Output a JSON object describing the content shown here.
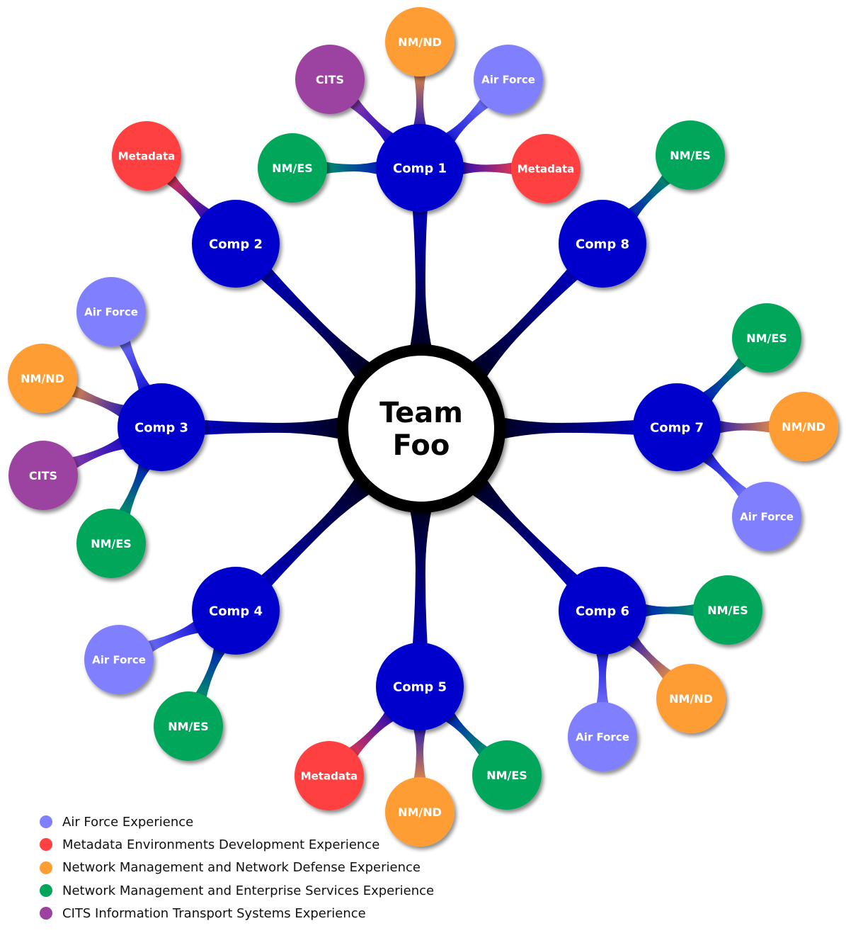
{
  "colors": {
    "comp": "#0000cc",
    "center_ring": "#000000",
    "center_fill": "#ffffff",
    "Air Force": "#8080ff",
    "Metadata": "#ff4040",
    "NM/ND": "#ff9d35",
    "NM/ES": "#00a65a",
    "CITS": "#9c42a0"
  },
  "center": {
    "title": "Team Foo"
  },
  "comps": [
    {
      "label": "Comp 1",
      "children": [
        "NM/ES",
        "CITS",
        "NM/ND",
        "Air Force",
        "Metadata"
      ]
    },
    {
      "label": "Comp 2",
      "children": [
        "Metadata"
      ]
    },
    {
      "label": "Comp 3",
      "children": [
        "Air Force",
        "NM/ND",
        "CITS",
        "NM/ES"
      ]
    },
    {
      "label": "Comp 4",
      "children": [
        "Air Force",
        "NM/ES"
      ]
    },
    {
      "label": "Comp 5",
      "children": [
        "Metadata",
        "NM/ND",
        "NM/ES"
      ]
    },
    {
      "label": "Comp 6",
      "children": [
        "NM/ES",
        "NM/ND",
        "Air Force"
      ]
    },
    {
      "label": "Comp 7",
      "children": [
        "NM/ES",
        "NM/ND",
        "Air Force"
      ]
    },
    {
      "label": "Comp 8",
      "children": [
        "NM/ES"
      ]
    }
  ],
  "legend": [
    {
      "label": "Air Force Experience",
      "color": "#8080ff"
    },
    {
      "label": "Metadata Environments Development Experience",
      "color": "#ff4040"
    },
    {
      "label": "Network Management and Network Defense Experience",
      "color": "#ff9d35"
    },
    {
      "label": "Network Management and Enterprise Services Experience",
      "color": "#00a65a"
    },
    {
      "label": "CITS Information Transport Systems Experience",
      "color": "#9c42a0"
    }
  ]
}
